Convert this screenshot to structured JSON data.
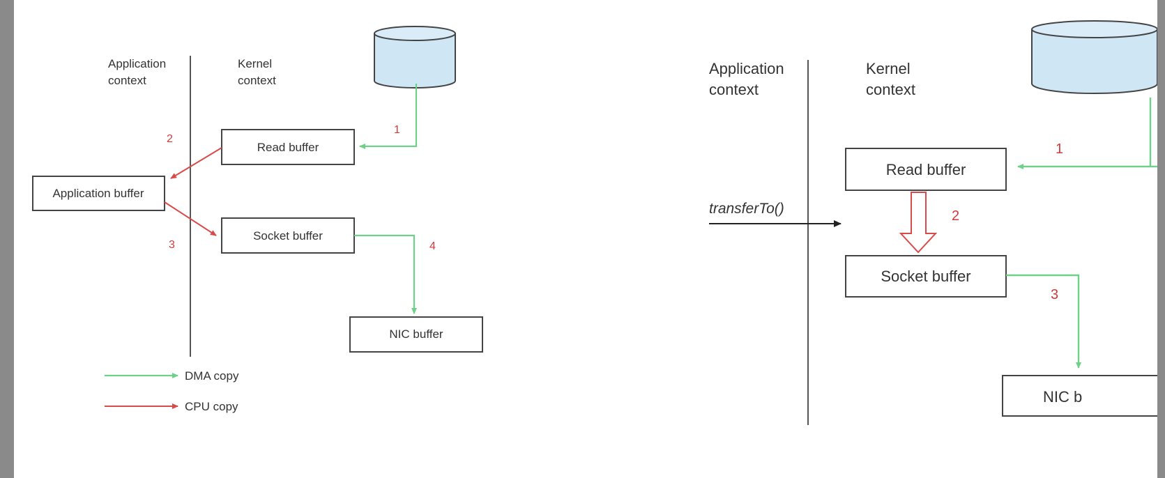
{
  "left_panel": {
    "app_context": [
      "Application",
      "context"
    ],
    "kernel_context": [
      "Kernel",
      "context"
    ],
    "read_buffer": "Read buffer",
    "application_buffer": "Application buffer",
    "socket_buffer": "Socket buffer",
    "nic_buffer": "NIC buffer",
    "steps": [
      "1",
      "2",
      "3",
      "4"
    ],
    "legend": {
      "dma": "DMA copy",
      "cpu": "CPU copy"
    }
  },
  "right_panel": {
    "app_context": [
      "Application",
      "context"
    ],
    "kernel_context": [
      "Kernel",
      "context"
    ],
    "read_buffer": "Read buffer",
    "socket_buffer": "Socket buffer",
    "nic_buffer": "NIC b",
    "transfer_call": "transferTo()",
    "steps": [
      "1",
      "2",
      "3"
    ]
  },
  "colors": {
    "dma": "#6fd08a",
    "cpu": "#d94b4b",
    "disk_fill": "#cfe6f5",
    "box_stroke": "#444444",
    "divider": "#555555"
  }
}
